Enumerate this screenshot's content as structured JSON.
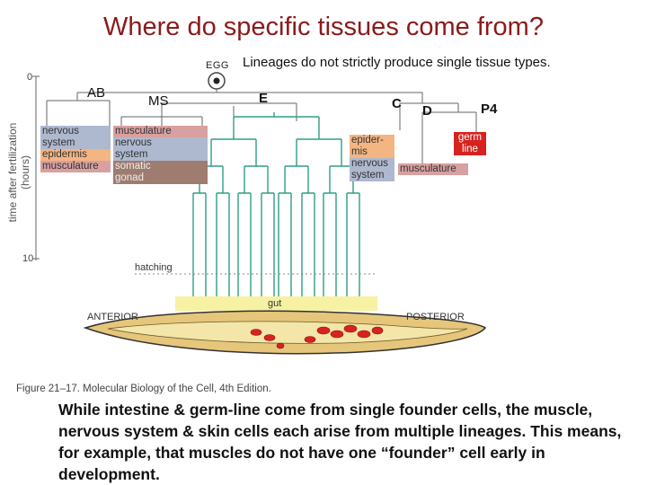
{
  "title": "Where do specific tissues come from?",
  "subtitle": "Lineages do not strictly produce single tissue types.",
  "diagram": {
    "egg_label": "EGG",
    "axis_label": "time after fertilization (hours)",
    "axis_ticks": [
      "0",
      "10"
    ],
    "lineages": [
      "AB",
      "MS",
      "E",
      "C",
      "D",
      "P4"
    ],
    "ab_tissues": [
      "nervous",
      "system",
      "epidermis",
      "musculature"
    ],
    "ms_tissues": [
      "musculature",
      "nervous",
      "system",
      "somatic",
      "gonad"
    ],
    "c_tissues": [
      "epider-",
      "mis",
      "nervous",
      "system"
    ],
    "d_tissues": [
      "musculature"
    ],
    "p4_tissues": [
      "germ",
      "line"
    ],
    "hatching_label": "hatching",
    "gut_label": "gut",
    "anterior_label": "ANTERIOR",
    "posterior_label": "POSTERIOR",
    "colors": {
      "nervous": "#aeb8cf",
      "epidermis": "#f3b582",
      "musculature": "#d8a0a0",
      "somatic_gonad": "#9e7c70",
      "gut": "#f7f1a3",
      "germ_line": "#d6231f",
      "gut_lines": "#2e9e86"
    }
  },
  "figure_caption": "Figure 21–17. Molecular Biology of the Cell, 4th Edition.",
  "body_text": "While intestine & germ-line come from single founder cells, the muscle, nervous system & skin cells each arise from multiple lineages. This means, for example, that muscles do not have one “founder” cell early in development."
}
